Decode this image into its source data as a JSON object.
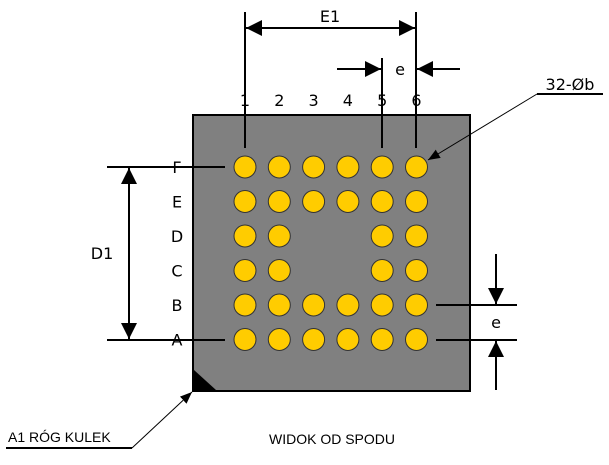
{
  "diagram": {
    "dimensions": {
      "e1_label": "E1",
      "d1_label": "D1",
      "pitch_top_label": "e",
      "pitch_right_label": "e"
    },
    "columns": [
      "1",
      "2",
      "3",
      "4",
      "5",
      "6"
    ],
    "rows": [
      "F",
      "E",
      "D",
      "C",
      "B",
      "A"
    ],
    "ball_callout": "32-Øb",
    "corner_callout": "A1 RÓG KULEK",
    "view_caption": "WIDOK OD SPODU",
    "ball_grid": [
      [
        1,
        1,
        1,
        1,
        1,
        1
      ],
      [
        1,
        1,
        1,
        1,
        1,
        1
      ],
      [
        1,
        1,
        0,
        0,
        1,
        1
      ],
      [
        1,
        1,
        0,
        0,
        1,
        1
      ],
      [
        1,
        1,
        1,
        1,
        1,
        1
      ],
      [
        1,
        1,
        1,
        1,
        1,
        1
      ]
    ],
    "colors": {
      "package": "#808080",
      "ball": "#ffcc00",
      "line": "#000000"
    }
  }
}
